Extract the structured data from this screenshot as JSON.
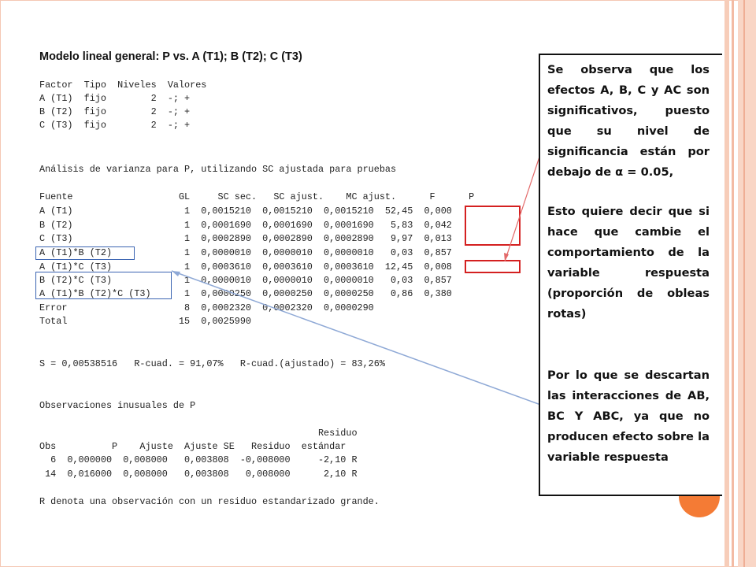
{
  "title": "Modelo lineal general: P vs. A (T1); B (T2); C (T3)",
  "factor_table": {
    "header": "Factor  Tipo  Niveles  Valores",
    "rows": [
      "A (T1)  fijo        2  -; +",
      "B (T2)  fijo        2  -; +",
      "C (T3)  fijo        2  -; +"
    ]
  },
  "anova": {
    "heading": "Análisis de varianza para P, utilizando SC ajustada para pruebas",
    "header": "Fuente                   GL     SC sec.   SC ajust.    MC ajust.      F      P",
    "rows": [
      "A (T1)                    1  0,0015210  0,0015210  0,0015210  52,45  0,000",
      "B (T2)                    1  0,0001690  0,0001690  0,0001690   5,83  0,042",
      "C (T3)                    1  0,0002890  0,0002890  0,0002890   9,97  0,013",
      "A (T1)*B (T2)             1  0,0000010  0,0000010  0,0000010   0,03  0,857",
      "A (T1)*C (T3)             1  0,0003610  0,0003610  0,0003610  12,45  0,008",
      "B (T2)*C (T3)             1  0,0000010  0,0000010  0,0000010   0,03  0,857",
      "A (T1)*B (T2)*C (T3)      1  0,0000250  0,0000250  0,0000250   0,86  0,380",
      "Error                     8  0,0002320  0,0002320  0,0000290",
      "Total                    15  0,0025990"
    ]
  },
  "summary": "S = 0,00538516   R-cuad. = 91,07%   R-cuad.(ajustado) = 83,26%",
  "unusual": {
    "heading": "Observaciones inusuales de P",
    "header_line1": "                                                  Residuo",
    "header_line2": "Obs          P    Ajuste  Ajuste SE   Residuo  estándar",
    "rows": [
      "  6  0,000000  0,008000   0,003808  -0,008000     -2,10 R",
      " 14  0,016000  0,008000   0,003808   0,008000      2,10 R"
    ],
    "note": "R denota una observación con un residuo estandarizado grande."
  },
  "callout": {
    "paragraph1": "Se observa que los efectos A, B, C y AC son significativos, puesto que su nivel de significancia están por debajo de α = 0.05,",
    "paragraph2": "Esto quiere decir que si hace que cambie el comportamiento de la variable respuesta (proporción de obleas rotas)",
    "paragraph3": "Por lo que se descartan las interacciones de AB, BC Y ABC, ya que no producen efecto sobre la variable respuesta"
  },
  "colors": {
    "red_highlight": "#d42020",
    "blue_highlight": "#3b64b2",
    "accent_orange": "#f47b35"
  }
}
